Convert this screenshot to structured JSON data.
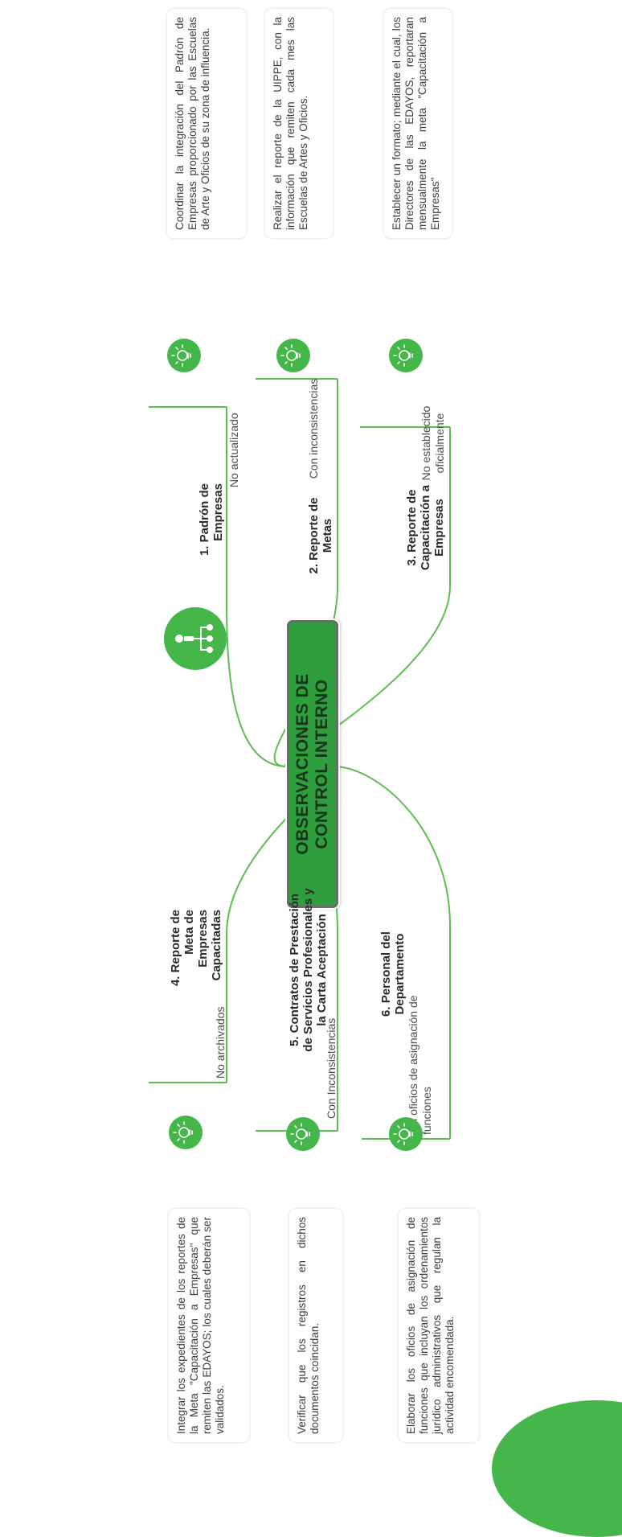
{
  "colors": {
    "accent": "#45b649",
    "center_fill": "#2f9f3d",
    "center_border": "#6c6c6c",
    "connector": "#5cbe4f",
    "text": "#3d3d3d"
  },
  "center": {
    "line1": "OBSERVACIONES DE",
    "line2": "CONTROL INTERNO"
  },
  "icons": {
    "main": "organization-chart-icon",
    "item": "lightbulb-icon"
  },
  "branches": [
    {
      "title": "1. Padrón de Empresas",
      "status": "No actualizado",
      "recommendation": "Coordinar la integración del Padrón de Empresas proporcionado por las Escuelas de Arte y Oficios de su zona de influencia."
    },
    {
      "title": "2. Reporte de Metas",
      "status": "Con inconsistencias",
      "recommendation": "Realizar el reporte de la UIPPE, con la información que remiten cada mes las Escuelas de Artes y Oficios."
    },
    {
      "title": "3. Reporte de Capacitación a Empresas",
      "status": "No establecido oficialmente",
      "recommendation": "Establecer un formato; mediante el cual, los Directores de las EDAYOS, reportaran mensualmente la meta \"Capacitación a Empresas\""
    },
    {
      "title": "4. Reporte de Meta de Empresas Capacitadas",
      "status": "No archivados",
      "recommendation": "Integrar los expedientes de los reportes de la Meta \"Capacitación a Empresas\" que remiten las EDAYOS; los cuales deberán ser validados."
    },
    {
      "title": "5. Contratos de Prestación de Servicios Profesionales y la Carta Aceptación",
      "status": "Con Inconsistencias",
      "recommendation": "Verificar que los registros en dichos documentos coincidan."
    },
    {
      "title": "6. Personal del Departamento",
      "status": "Sin oficios de asignación de funciones",
      "recommendation": "Elaborar los oficios de asignación de funciones que incluyan los ordenamientos jurídico administrativos que regulan la actividad encomendada."
    }
  ]
}
